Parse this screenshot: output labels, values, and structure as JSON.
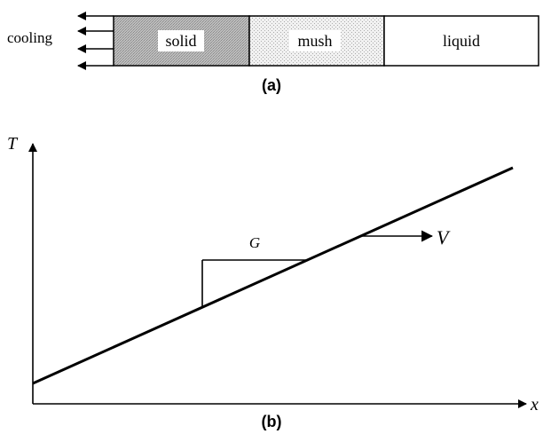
{
  "part_a": {
    "cooling_label": "cooling",
    "zones": [
      {
        "label": "solid"
      },
      {
        "label": "mush"
      },
      {
        "label": "liquid"
      }
    ],
    "caption": "(a)"
  },
  "part_b": {
    "y_axis_label": "T",
    "x_axis_label": "x",
    "gradient_label": "G",
    "velocity_label": "V",
    "caption": "(b)"
  }
}
